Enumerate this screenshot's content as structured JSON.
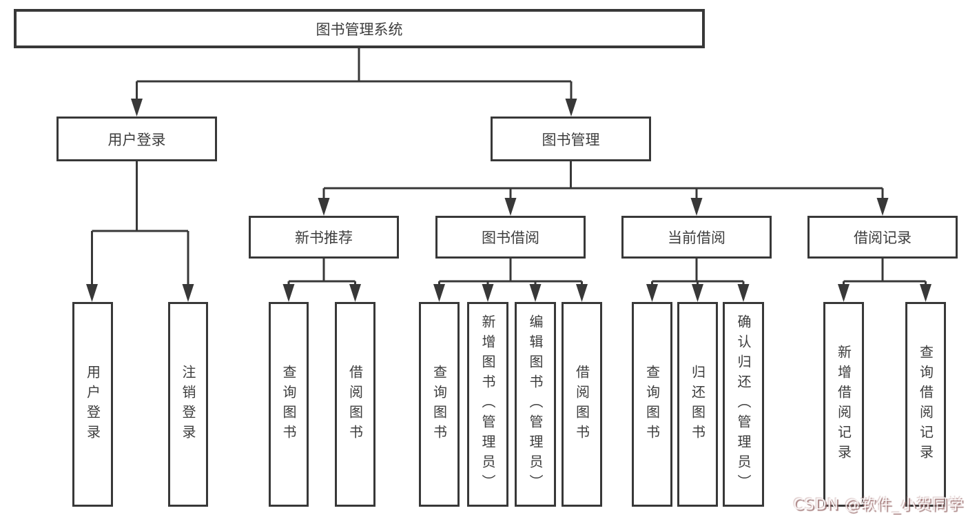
{
  "tree": {
    "root": "图书管理系统",
    "branches": [
      {
        "label": "用户登录",
        "children": [
          "用户登录",
          "注销登录"
        ]
      },
      {
        "label": "图书管理",
        "groups": [
          {
            "label": "新书推荐",
            "children": [
              "查询图书",
              "借阅图书"
            ]
          },
          {
            "label": "图书借阅",
            "children": [
              "查询图书",
              "新增图书（管理员）",
              "编辑图书（管理员）",
              "借阅图书"
            ]
          },
          {
            "label": "当前借阅",
            "children": [
              "查询图书",
              "归还图书",
              "确认归还（管理员）"
            ]
          },
          {
            "label": "借阅记录",
            "children": [
              "新增借阅记录",
              "查询借阅记录"
            ]
          }
        ]
      }
    ]
  },
  "watermark": "CSDN @软件_小贺同学",
  "colors": {
    "line": "#383838",
    "box_border": "#383838",
    "text": "#3d3d3d",
    "background": "#ffffff",
    "watermark_shadow": "#a07070"
  }
}
